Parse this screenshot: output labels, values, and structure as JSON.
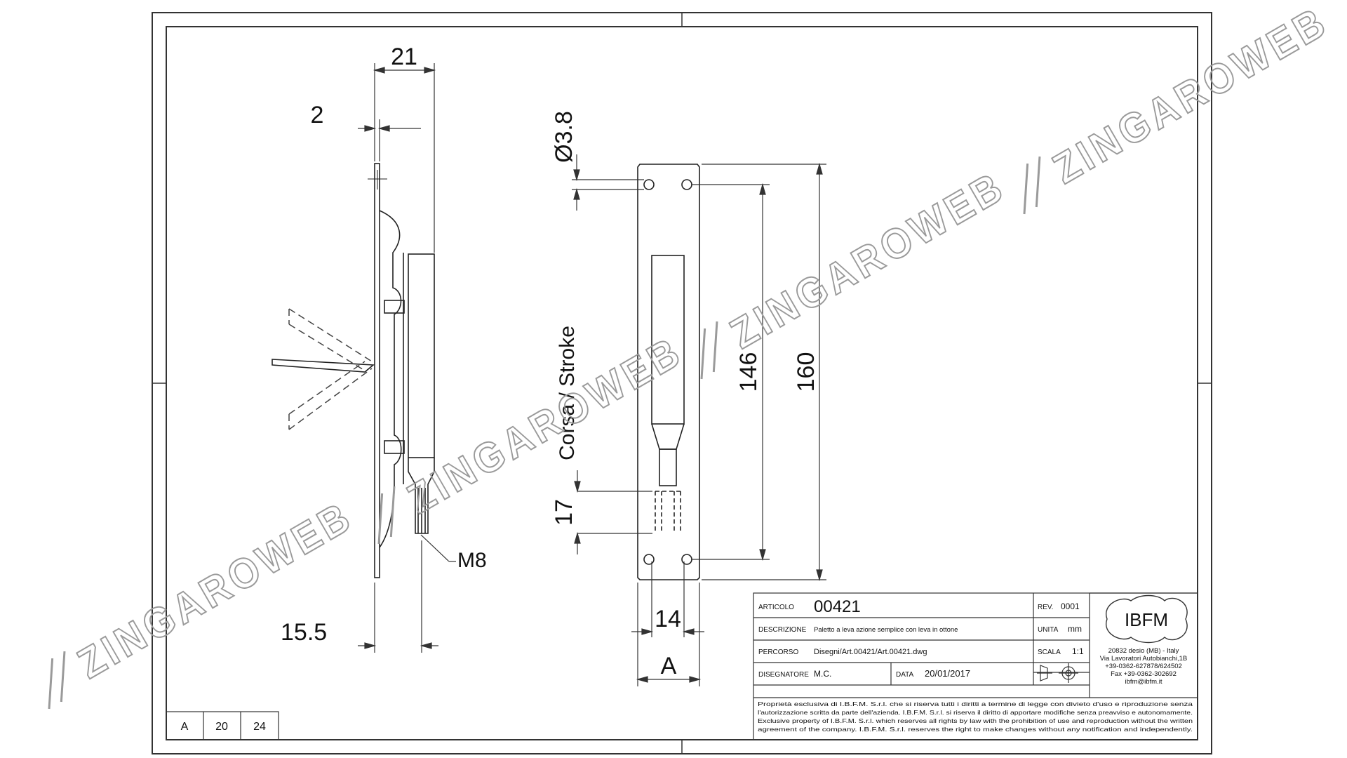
{
  "dimensions": {
    "flange_width": "21",
    "plate_thickness": "2",
    "hole_diameter": "Ø3.8",
    "stroke_label": "Corsa / Stroke",
    "stroke_value": "17",
    "thread": "M8",
    "side_depth": "15.5",
    "front_width": "14",
    "front_ref": "A",
    "hole_spacing": "146",
    "overall_length": "160"
  },
  "title_block": {
    "article_label": "ARTICOLO",
    "article_value": "00421",
    "rev_label": "REV.",
    "rev_value": "0001",
    "description_label": "DESCRIZIONE",
    "description_value": "Paletto a leva azione semplice con leva in ottone",
    "unit_label": "UNITA",
    "unit_value": "mm",
    "path_label": "PERCORSO",
    "path_value": "Disegni/Art.00421/Art.00421.dwg",
    "scale_label": "SCALA",
    "scale_value": "1:1",
    "designer_label": "DISEGNATORE",
    "designer_value": "M.C.",
    "date_label": "DATA",
    "date_value": "20/01/2017",
    "company_logo": "IBFM",
    "company_address": [
      "20832 desio (MB) - Italy",
      "Via Lavoratori Autobianchi,1B",
      "+39-0362-627878/624502",
      "Fax +39-0362-302692",
      "ibfm@ibfm.it"
    ],
    "legal_text": [
      "Proprietà esclusiva di I.B.F.M. S.r.l. che si riserva tutti i diritti a termine di legge con divieto d'uso e riproduzione senza",
      "l'autorizzazione scritta da parte dell'azienda. I.B.F.M. S.r.l. si riserva il diritto di apportare modifiche senza preavviso e autonomamente.",
      "Exclusive property of I.B.F.M. S.r.l. which reserves all rights by law with the prohibition of use and reproduction without the written",
      "agreement of the company. I.B.F.M. S.r.l. reserves the right to make changes without any notification and independently."
    ]
  },
  "sheet_info": [
    "A",
    "20",
    "24"
  ],
  "watermark": "ZINGAROWEB"
}
